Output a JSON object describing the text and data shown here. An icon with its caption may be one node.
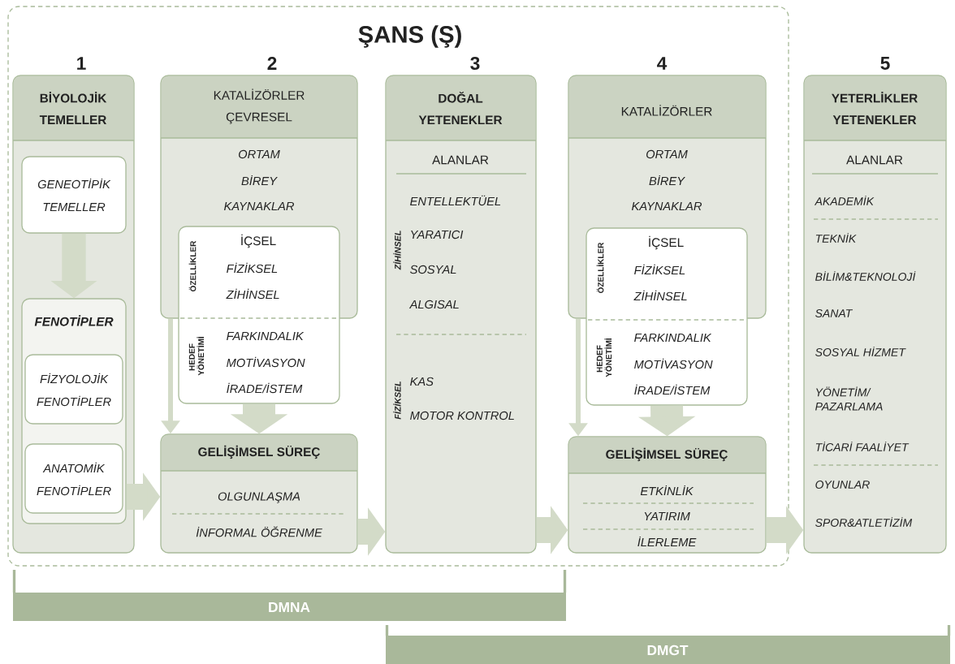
{
  "diagram": {
    "nodes": [
      {
        "text": [
          "ŞANS (Ş)"
        ]
      },
      {
        "text": [
          "BİYOLOJİK TEMELLER"
        ],
        "beside": [
          "1"
        ],
        "in": 0
      },
      {
        "text": [
          "GENEOTİPİK TEMELLER"
        ],
        "in": 1
      },
      {
        "text": [
          "FENOTİPLER"
        ],
        "in": 1
      },
      {
        "text": [
          "FİZYOLOJİK FENOTİPLER"
        ],
        "in": 3
      },
      {
        "text": [
          "ANATOMİK FENOTİPLER"
        ],
        "in": 3
      },
      {
        "text": [
          "KATALİZÖRLER ÇEVRESEL",
          "ORTAM",
          "BİREY",
          "KAYNAKLAR"
        ],
        "beside": [
          "2"
        ],
        "in": 0
      },
      {
        "text": [
          "İÇSEL",
          "ÖZELLİKLER",
          "FİZİKSEL",
          "ZİHİNSEL",
          "HEDEF YÖNETİMİ",
          "FARKINDALIK",
          "MOTİVASYON",
          "İRADE/İSTEM"
        ],
        "in": 0
      },
      {
        "text": [
          "GELİŞİMSEL SÜREÇ",
          "OLGUNLAŞMA",
          "İNFORMAL ÖĞRENME"
        ],
        "in": 0
      },
      {
        "text": [
          "DOĞAL YETENEKLER",
          "ALANLAR",
          "ZİHİNSEL",
          "ENTELLEKTÜEL",
          "YARATICI",
          "SOSYAL",
          "ALGISAL",
          "FİZİKSEL",
          "KAS",
          "MOTOR KONTROL"
        ],
        "beside": [
          "3"
        ],
        "in": 0
      },
      {
        "text": [
          "KATALİZÖRLER",
          "ORTAM",
          "BİREY",
          "KAYNAKLAR"
        ],
        "beside": [
          "4"
        ],
        "in": 0
      },
      {
        "text": [
          "İÇSEL",
          "ÖZELLİKLER",
          "FİZİKSEL",
          "ZİHİNSEL",
          "HEDEF YÖNETİMİ",
          "FARKINDALIK",
          "MOTİVASYON",
          "İRADE/İSTEM"
        ],
        "in": 0
      },
      {
        "text": [
          "GELİŞİMSEL SÜREÇ",
          "ETKİNLİK",
          "YATIRIM",
          "İLERLEME"
        ],
        "in": 0
      },
      {
        "text": [
          "YETERLİKLER YETENEKLER",
          "ALANLAR",
          "AKADEMİK",
          "TEKNİK",
          "BİLİM&TEKNOLOJİ",
          "SANAT",
          "SOSYAL HİZMET",
          "YÖNETİM/ PAZARLAMA",
          "TİCARİ FAALİYET",
          "OYUNLAR",
          "SPOR&ATLETİZİM"
        ],
        "beside": [
          "5"
        ]
      },
      {
        "text": [
          "DMNA"
        ]
      },
      {
        "text": [
          "DMGT"
        ]
      }
    ],
    "edges": [
      {
        "from": 2,
        "to": 3,
        "arrow": "to"
      },
      {
        "from": 3,
        "to": 8,
        "arrow": "to"
      },
      {
        "from": 6,
        "to": 8,
        "arrow": "to"
      },
      {
        "from": 7,
        "to": 8,
        "arrow": "to"
      },
      {
        "from": 8,
        "to": 9,
        "arrow": "to"
      },
      {
        "from": 9,
        "to": 12,
        "arrow": "to"
      },
      {
        "from": 10,
        "to": 12,
        "arrow": "to"
      },
      {
        "from": 11,
        "to": 12,
        "arrow": "to"
      },
      {
        "from": 12,
        "to": 13,
        "arrow": "to"
      }
    ]
  }
}
